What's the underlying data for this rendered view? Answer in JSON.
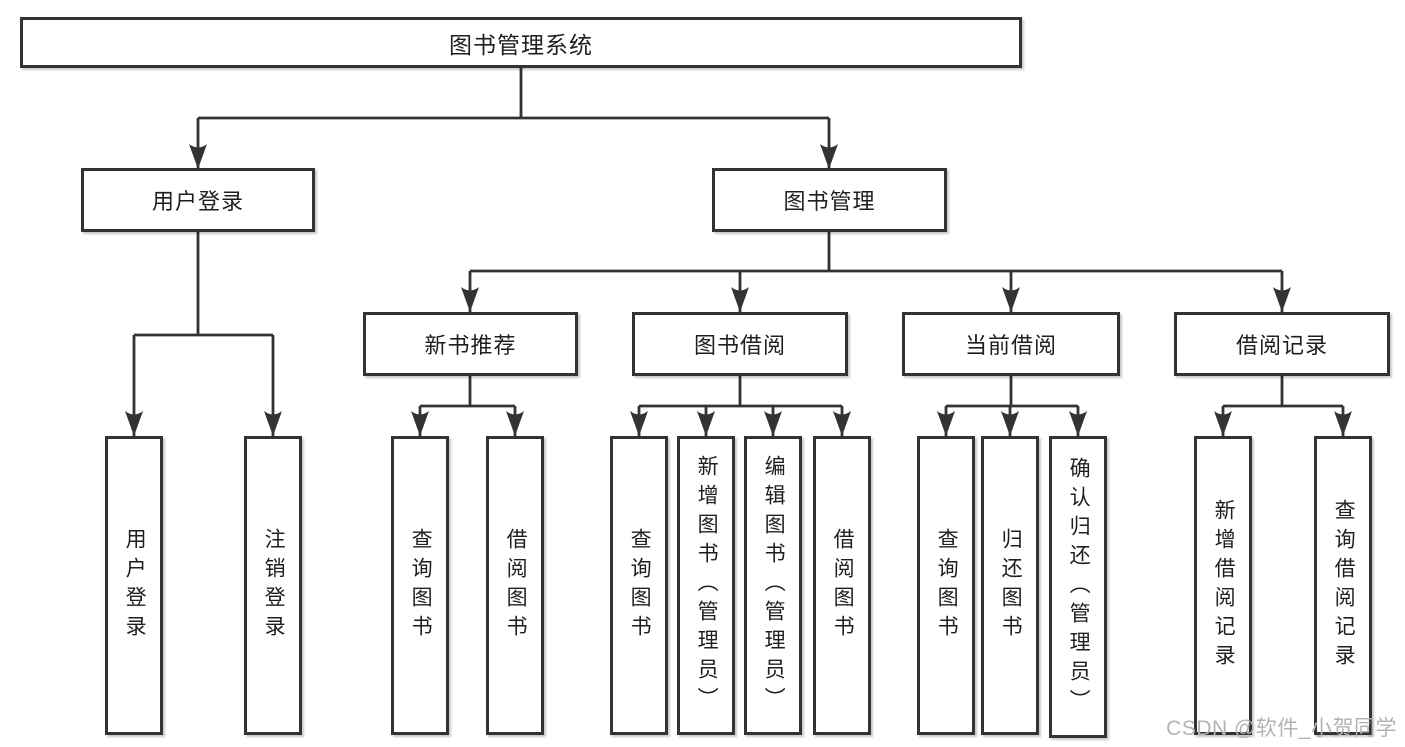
{
  "colors": {
    "line": "#333333",
    "box_border": "#333333",
    "box_fill": "#ffffff",
    "text": "#1f1f1f",
    "watermark_text": "#b3b3b3",
    "background": "#ffffff"
  },
  "diagram": {
    "root": {
      "label": "图书管理系统"
    },
    "level2": [
      {
        "label": "用户登录"
      },
      {
        "label": "图书管理"
      }
    ],
    "level3": [
      {
        "parent": "图书管理",
        "label": "新书推荐"
      },
      {
        "parent": "图书管理",
        "label": "图书借阅"
      },
      {
        "parent": "图书管理",
        "label": "当前借阅"
      },
      {
        "parent": "图书管理",
        "label": "借阅记录"
      }
    ],
    "leaves": [
      {
        "parent": "用户登录",
        "label": "用户登录"
      },
      {
        "parent": "用户登录",
        "label": "注销登录"
      },
      {
        "parent": "新书推荐",
        "label": "查询图书"
      },
      {
        "parent": "新书推荐",
        "label": "借阅图书"
      },
      {
        "parent": "图书借阅",
        "label": "查询图书"
      },
      {
        "parent": "图书借阅",
        "label": "新增图书（管理员）"
      },
      {
        "parent": "图书借阅",
        "label": "编辑图书（管理员）"
      },
      {
        "parent": "图书借阅",
        "label": "借阅图书"
      },
      {
        "parent": "当前借阅",
        "label": "查询图书"
      },
      {
        "parent": "当前借阅",
        "label": "归还图书"
      },
      {
        "parent": "当前借阅",
        "label": "确认归还（管理员）"
      },
      {
        "parent": "借阅记录",
        "label": "新增借阅记录"
      },
      {
        "parent": "借阅记录",
        "label": "查询借阅记录"
      }
    ]
  },
  "watermark": {
    "text": "CSDN @软件_小贺同学"
  }
}
